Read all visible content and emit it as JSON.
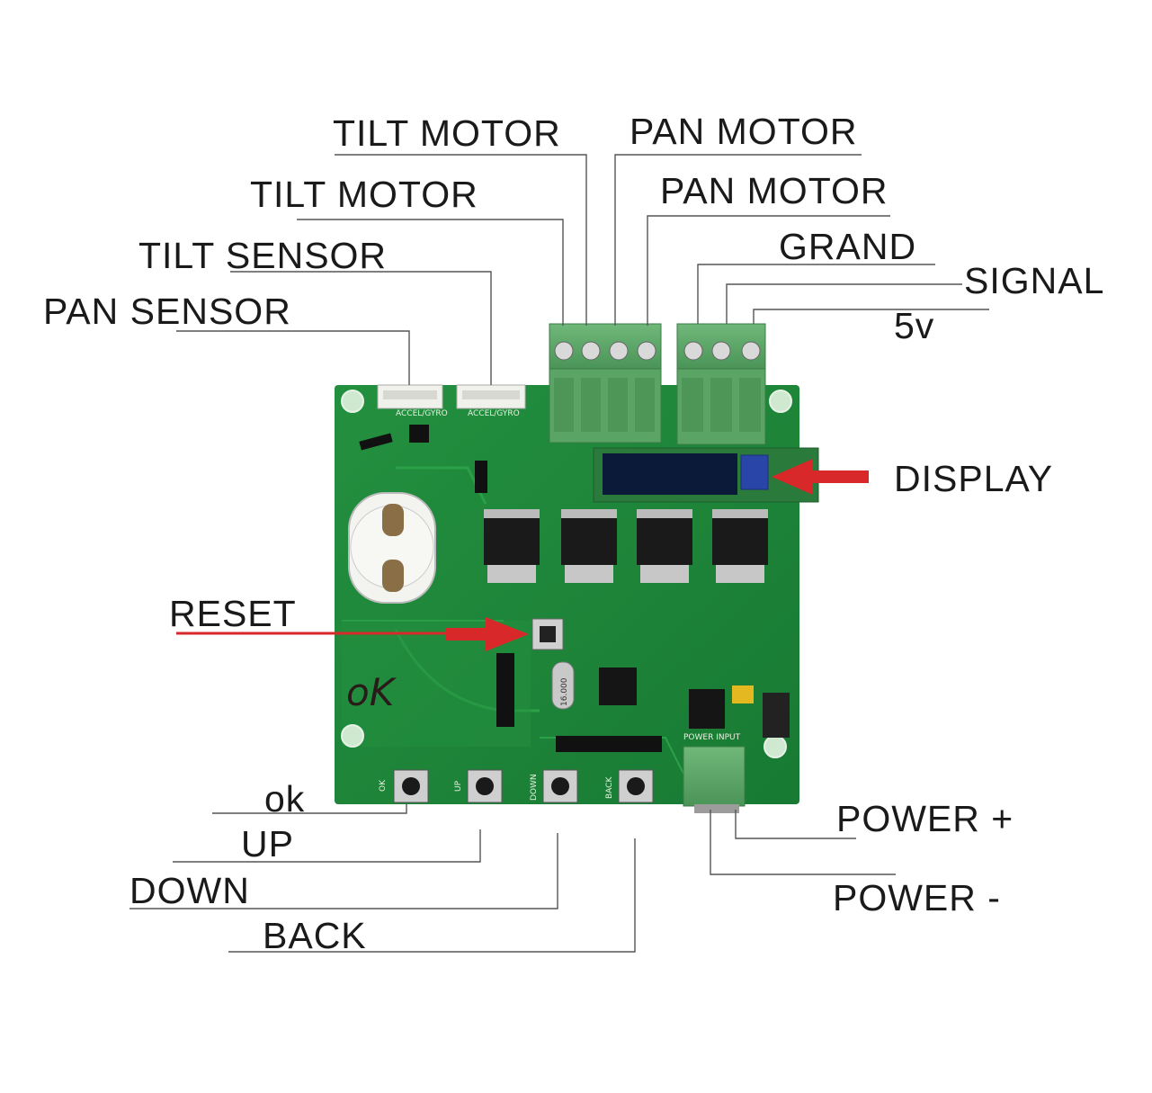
{
  "labels": {
    "tilt_motor_1": "TILT MOTOR",
    "tilt_motor_2": "TILT MOTOR",
    "tilt_sensor": "TILT SENSOR",
    "pan_sensor": "PAN SENSOR",
    "pan_motor_1": "PAN MOTOR",
    "pan_motor_2": "PAN MOTOR",
    "grand": "GRAND",
    "signal": "SIGNAL",
    "v5": "5v",
    "display": "DISPLAY",
    "reset": "RESET",
    "ok": "ok",
    "up": "UP",
    "down": "DOWN",
    "back": "BACK",
    "power_plus": "POWER +",
    "power_minus": "POWER -"
  },
  "board": {
    "handwritten": "oK",
    "silk_accel1": "ACCEL/GYRO",
    "silk_accel2": "ACCEL/GYRO",
    "silk_btn_ok": "OK",
    "silk_btn_up": "UP",
    "silk_btn_down": "DOWN",
    "silk_btn_back": "BACK",
    "silk_power": "POWER INPUT",
    "silk_crystal": "16.000"
  },
  "colors": {
    "pcb": "#1f8a3a",
    "terminal": "#5fa86a",
    "arrow": "#d8282a",
    "oled": "#0c1a3a"
  }
}
